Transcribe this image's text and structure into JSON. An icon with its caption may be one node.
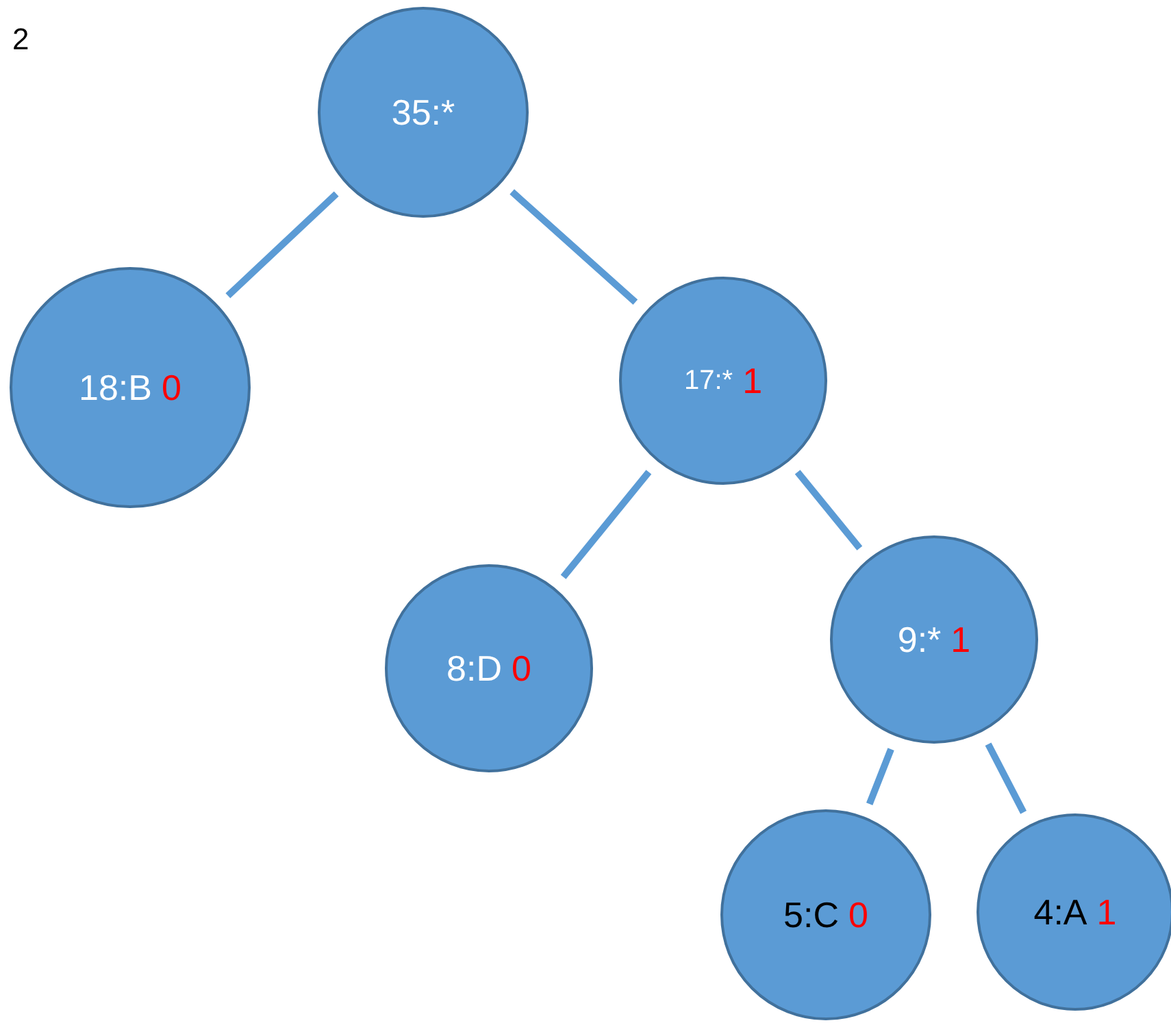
{
  "diagram": {
    "nodes": [
      {
        "text": [
          "35:*"
        ]
      },
      {
        "text": [
          "18:B",
          "0"
        ]
      },
      {
        "text": [
          "17:*",
          "1"
        ]
      },
      {
        "text": [
          "8:D",
          "0"
        ]
      },
      {
        "text": [
          "9:*",
          "1"
        ]
      },
      {
        "text": [
          "5:C",
          "0"
        ]
      },
      {
        "text": [
          "4:A",
          "1"
        ]
      }
    ],
    "edges": [
      {
        "from": 0,
        "to": 1,
        "arrow": "none"
      },
      {
        "from": 0,
        "to": 2,
        "arrow": "none"
      },
      {
        "from": 2,
        "to": 3,
        "arrow": "none"
      },
      {
        "from": 2,
        "to": 4,
        "arrow": "none"
      },
      {
        "from": 4,
        "to": 5,
        "arrow": "none"
      },
      {
        "from": 4,
        "to": 6,
        "arrow": "none"
      }
    ],
    "labels": [
      "2"
    ]
  }
}
